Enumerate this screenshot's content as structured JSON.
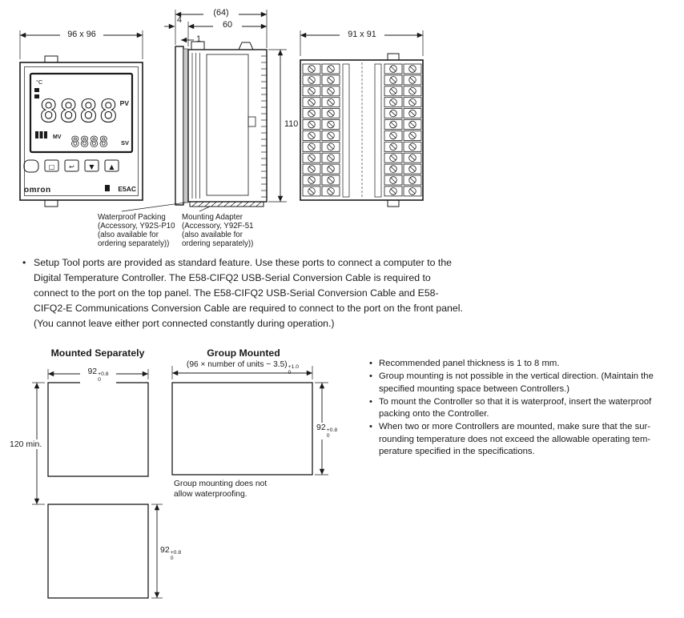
{
  "diagram": {
    "front": {
      "dim": "96 x 96",
      "unit": "°C",
      "pv": "PV",
      "sv": "SV",
      "mv": "MV",
      "digits_top": "8888",
      "digits_bottom": "8888",
      "brand": "omron",
      "model": "E5AC",
      "keys": [
        "□",
        "↩",
        "▼",
        "▲"
      ]
    },
    "side": {
      "dim_total": "(64)",
      "dim_body": "60",
      "dim_bezel": "4",
      "dim_lip": "1",
      "dim_height": "110",
      "waterproof_callout": [
        "Waterproof Packing",
        "(Accessory, Y92S-P10",
        "(also available for",
        "ordering separately))"
      ],
      "adapter_callout": [
        "Mounting Adapter",
        "(Accessory, Y92F-51",
        "(also available for",
        "ordering separately))"
      ]
    },
    "rear": {
      "dim": "91 x 91"
    }
  },
  "setup_note": {
    "marker": "•",
    "lines": [
      "Setup Tool ports are provided as standard feature. Use these ports to connect a computer to the",
      "Digital Temperature Controller. The E58-CIFQ2 USB-Serial Conversion Cable is required to",
      "connect to the port on the top panel. The E58-CIFQ2 USB-Serial Conversion Cable and E58-",
      "CIFQ2-E Communications Conversion Cable are required to connect to the port on the front panel.",
      "(You cannot leave either port connected constantly during operation.)"
    ]
  },
  "mounting": {
    "separately": {
      "title": "Mounted Separately",
      "cutout_dim": {
        "base": "92",
        "plus": "+0.8",
        "zero": "0"
      },
      "spacing": "120 min."
    },
    "group": {
      "title": "Group Mounted",
      "formula": {
        "base": "(96 × number of units − 3.5)",
        "plus": "+1.0",
        "zero": "0"
      },
      "cutout_dim": {
        "base": "92",
        "plus": "+0.8",
        "zero": "0"
      },
      "note_lines": [
        "Group mounting does not",
        "allow waterproofing."
      ]
    },
    "notes_marker": "•",
    "notes": [
      {
        "lines": [
          "Recommended panel thickness is 1 to 8 mm."
        ]
      },
      {
        "lines": [
          "Group mounting is not possible in the vertical direction. (Maintain the",
          "specified mounting space between Controllers.)"
        ]
      },
      {
        "lines": [
          "To mount the Controller so that it is waterproof, insert the waterproof",
          "packing onto the Controller."
        ]
      },
      {
        "lines": [
          "When two or more Controllers are mounted, make sure that the sur-",
          "rounding temperature does not exceed the allowable operating tem-",
          "perature specified in the specifications."
        ]
      }
    ]
  }
}
